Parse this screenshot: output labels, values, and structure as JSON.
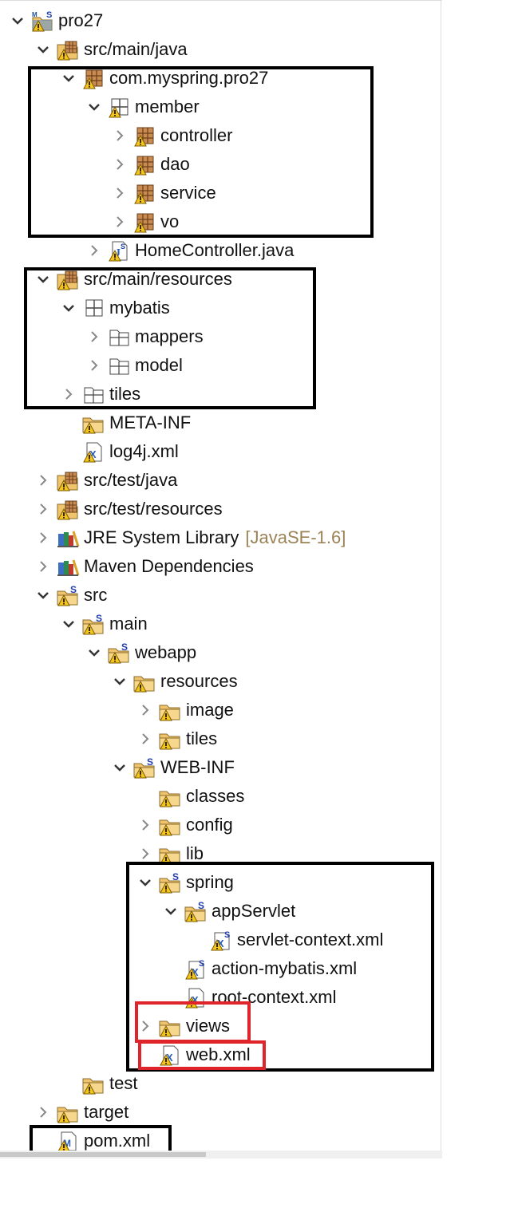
{
  "tree": [
    {
      "label": "pro27",
      "expanded": true,
      "icon": "maven-spring-project-icon"
    },
    {
      "label": "src/main/java",
      "expanded": true,
      "icon": "source-folder-icon"
    },
    {
      "label": "com.myspring.pro27",
      "expanded": true,
      "icon": "package-icon"
    },
    {
      "label": "member",
      "expanded": true,
      "icon": "empty-package-icon"
    },
    {
      "label": "controller",
      "expanded": false,
      "icon": "package-icon"
    },
    {
      "label": "dao",
      "expanded": false,
      "icon": "package-icon"
    },
    {
      "label": "service",
      "expanded": false,
      "icon": "package-icon"
    },
    {
      "label": "vo",
      "expanded": false,
      "icon": "package-icon"
    },
    {
      "label": "HomeController.java",
      "expanded": false,
      "icon": "java-file-icon"
    },
    {
      "label": "src/main/resources",
      "expanded": true,
      "icon": "source-folder-icon"
    },
    {
      "label": "mybatis",
      "expanded": true,
      "icon": "empty-package-icon"
    },
    {
      "label": "mappers",
      "expanded": false,
      "icon": "package-folder-icon"
    },
    {
      "label": "model",
      "expanded": false,
      "icon": "package-folder-icon"
    },
    {
      "label": "tiles",
      "expanded": false,
      "icon": "package-folder-icon"
    },
    {
      "label": "META-INF",
      "icon": "folder-icon"
    },
    {
      "label": "log4j.xml",
      "icon": "xml-file-icon"
    },
    {
      "label": "src/test/java",
      "expanded": false,
      "icon": "source-folder-icon"
    },
    {
      "label": "src/test/resources",
      "expanded": false,
      "icon": "source-folder-icon"
    },
    {
      "label": "JRE System Library",
      "decoration": "[JavaSE-1.6]",
      "expanded": false,
      "icon": "library-icon"
    },
    {
      "label": "Maven Dependencies",
      "expanded": false,
      "icon": "library-icon"
    },
    {
      "label": "src",
      "expanded": true,
      "icon": "spring-folder-icon"
    },
    {
      "label": "main",
      "expanded": true,
      "icon": "spring-folder-icon"
    },
    {
      "label": "webapp",
      "expanded": true,
      "icon": "spring-folder-icon"
    },
    {
      "label": "resources",
      "expanded": true,
      "icon": "folder-icon"
    },
    {
      "label": "image",
      "expanded": false,
      "icon": "folder-icon"
    },
    {
      "label": "tiles",
      "expanded": false,
      "icon": "folder-icon"
    },
    {
      "label": "WEB-INF",
      "expanded": true,
      "icon": "spring-folder-icon"
    },
    {
      "label": "classes",
      "icon": "folder-icon"
    },
    {
      "label": "config",
      "expanded": false,
      "icon": "folder-icon"
    },
    {
      "label": "lib",
      "expanded": false,
      "icon": "folder-icon"
    },
    {
      "label": "spring",
      "expanded": true,
      "icon": "spring-folder-icon"
    },
    {
      "label": "appServlet",
      "expanded": true,
      "icon": "spring-folder-icon"
    },
    {
      "label": "servlet-context.xml",
      "icon": "spring-xml-file-icon"
    },
    {
      "label": "action-mybatis.xml",
      "icon": "spring-xml-file-icon"
    },
    {
      "label": "root-context.xml",
      "icon": "xml-file-icon"
    },
    {
      "label": "views",
      "expanded": false,
      "icon": "folder-icon"
    },
    {
      "label": "web.xml",
      "icon": "xml-file-icon"
    },
    {
      "label": "test",
      "icon": "folder-icon"
    },
    {
      "label": "target",
      "expanded": false,
      "icon": "folder-icon"
    },
    {
      "label": "pom.xml",
      "icon": "maven-pom-icon"
    }
  ]
}
